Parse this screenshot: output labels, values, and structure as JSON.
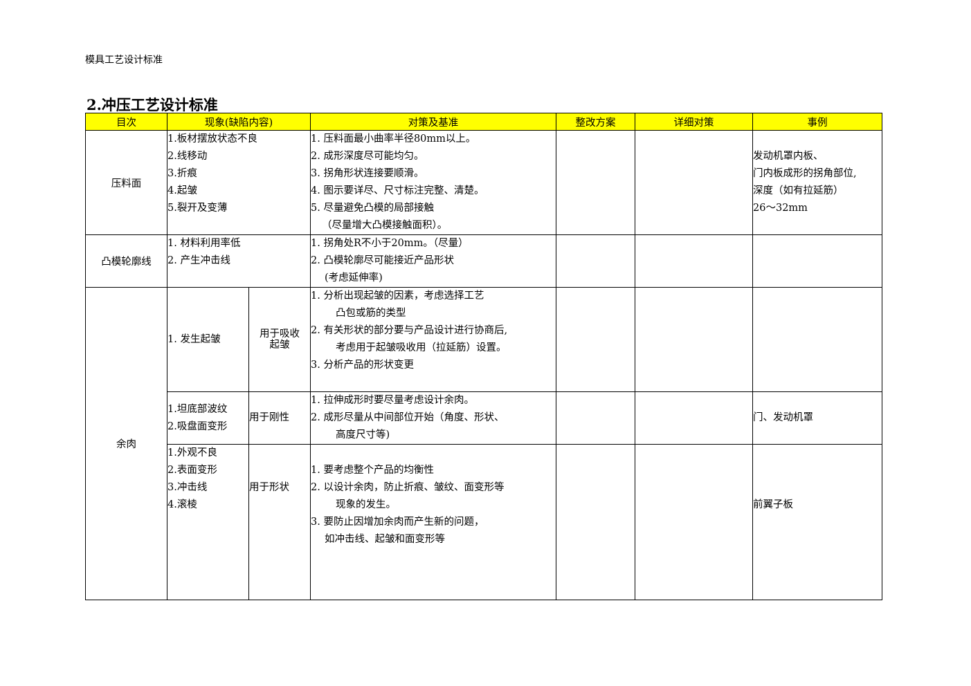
{
  "header": {
    "label": "模具工艺设计标准"
  },
  "section": {
    "title": "2.冲压工艺设计标准"
  },
  "table": {
    "headers": [
      "目次",
      "现象(缺陷内容)",
      "对策及基准",
      "整改方案",
      "详细对策",
      "事例"
    ],
    "rows": [
      {
        "category": "压料面",
        "phenomena": [
          "1.板材摆放状态不良",
          "2.线移动",
          "3.折痕",
          "4.起皱",
          "5.裂开及变薄"
        ],
        "measures": [
          "1.  压料面最小曲率半径80mm以上。",
          "2.  成形深度尽可能均匀。",
          "3.  拐角形状连接要顺滑。",
          "4.  图示要详尽、尺寸标注完整、清楚。",
          "5.  尽量避免凸模的局部接触",
          "（尽量增大凸模接触面积）。"
        ],
        "examples": [
          "发动机罩内板、",
          "门内板成形的拐角部位,",
          "深度（如有拉延筋）",
          "26～32mm"
        ]
      },
      {
        "category": "凸模轮廓线",
        "phenomena": [
          "1.  材料利用率低",
          "2.  产生冲击线"
        ],
        "measures": [
          "1.  拐角处R不小于20mm。（尽量）",
          "2.  凸模轮廓尽可能接近产品形状",
          "(考虑延伸率)"
        ]
      },
      {
        "category": "余肉",
        "sub": [
          {
            "phenomena": [
              "1.  发生起皱"
            ],
            "purpose": [
              "用于吸收",
              "起皱"
            ],
            "measures": [
              "1.  分析出现起皱的因素，考虑选择工艺",
              "凸包或筋的类型",
              "2.  有关形状的部分要与产品设计进行协商后,",
              "考虑用于起皱吸收用（拉延筋）设置。",
              "3.  分析产品的形状变更"
            ]
          },
          {
            "phenomena": [
              "1.坦底部波纹",
              "2.吸盘面变形"
            ],
            "purpose": [
              "用于刚性"
            ],
            "measures": [
              "1.  拉伸成形时要尽量考虑设计余肉。",
              "2.  成形尽量从中间部位开始（角度、形状、",
              "高度尺寸等)"
            ],
            "examples": [
              "门、发动机罩"
            ]
          },
          {
            "phenomena": [
              "1.外观不良",
              "2.表面变形",
              "3.冲击线",
              "4.滚棱"
            ],
            "purpose": [
              "用于形状"
            ],
            "measures": [
              "1.  要考虑整个产品的均衡性",
              "2.  以设计余肉，防止折痕、皱纹、面变形等",
              "现象的发生。",
              "3.  要防止因增加余肉而产生新的问题，",
              "如冲击线、起皱和面变形等"
            ],
            "examples": [
              "前翼子板"
            ]
          }
        ]
      }
    ]
  }
}
